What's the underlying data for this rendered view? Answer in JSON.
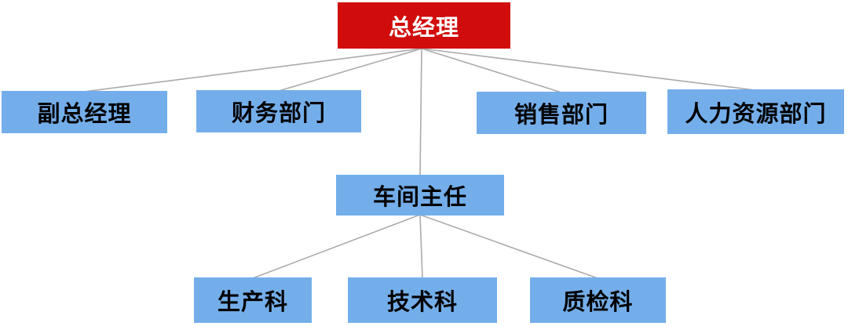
{
  "diagram": {
    "type": "org-chart",
    "nodes": {
      "general_manager": "总经理",
      "deputy_general_manager": "副总经理",
      "finance_department": "财务部门",
      "sales_department": "销售部门",
      "hr_department": "人力资源部门",
      "workshop_director": "车间主任",
      "production_section": "生产科",
      "technology_section": "技术科",
      "quality_inspection_section": "质检科"
    },
    "edges": [
      {
        "from": "总经理",
        "to": "副总经理"
      },
      {
        "from": "总经理",
        "to": "财务部门"
      },
      {
        "from": "总经理",
        "to": "销售部门"
      },
      {
        "from": "总经理",
        "to": "人力资源部门"
      },
      {
        "from": "总经理",
        "to": "车间主任"
      },
      {
        "from": "车间主任",
        "to": "生产科"
      },
      {
        "from": "车间主任",
        "to": "技术科"
      },
      {
        "from": "车间主任",
        "to": "质检科"
      }
    ]
  },
  "colors": {
    "node_red": "#d10c0c",
    "node_blue": "#74aeea",
    "text_on_red": "#ffffff",
    "text_on_blue": "#000000",
    "connector": "#ababab",
    "background": "#ffffff"
  }
}
